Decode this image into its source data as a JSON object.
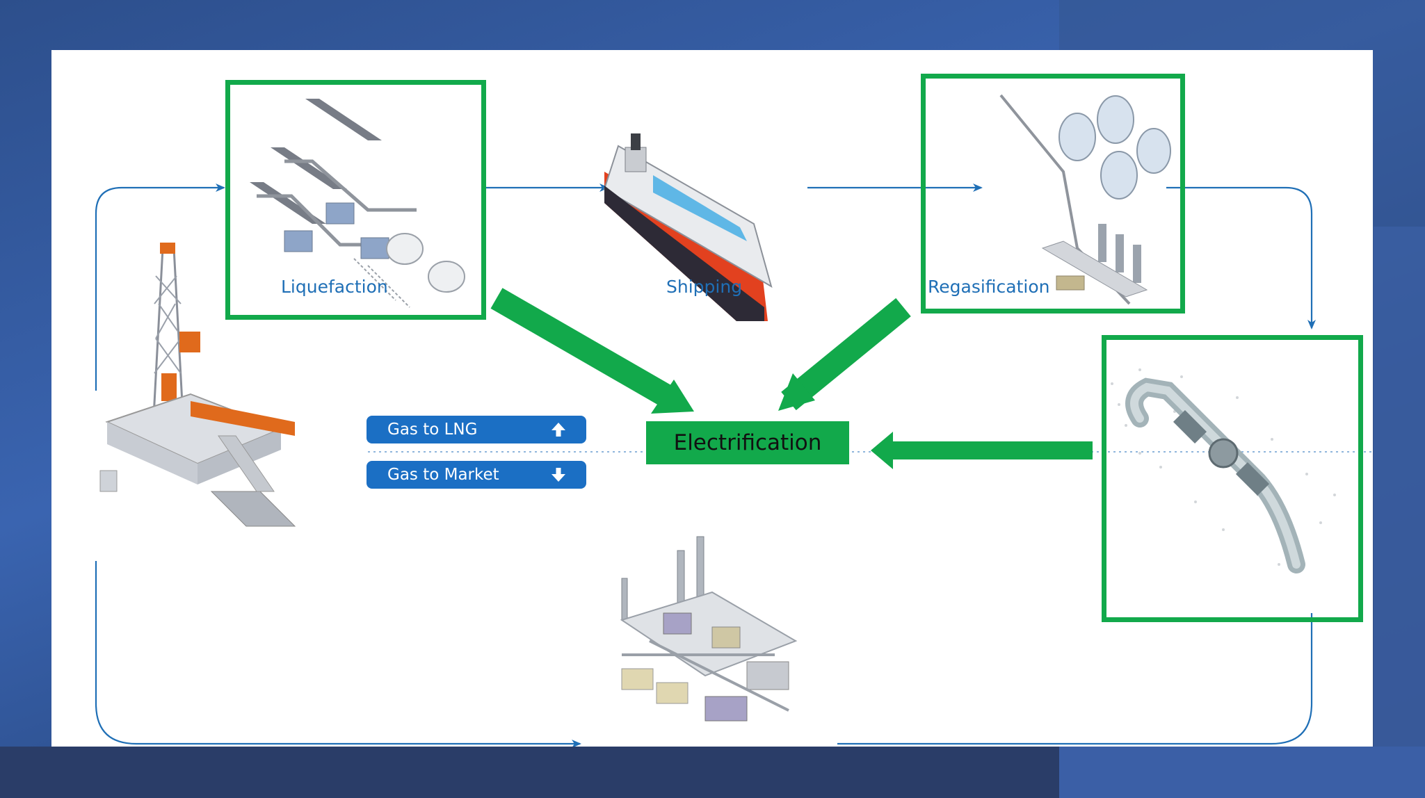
{
  "stages": {
    "liquefaction": "Liquefaction",
    "shipping": "Shipping",
    "regasification": "Regasification"
  },
  "buttons": {
    "gas_to_lng": "Gas to LNG",
    "gas_to_market": "Gas to Market"
  },
  "center_label": "Electrification",
  "colors": {
    "highlight_green": "#12a94b",
    "flow_blue": "#1f6fb6",
    "pill_blue": "#1b6fc4"
  },
  "icons": [
    "drilling-rig-icon",
    "liquefaction-plant-icon",
    "lng-tanker-icon",
    "regasification-terminal-icon",
    "pipeline-icon",
    "gas-processing-plant-icon",
    "arrow-up-icon",
    "arrow-down-icon"
  ]
}
